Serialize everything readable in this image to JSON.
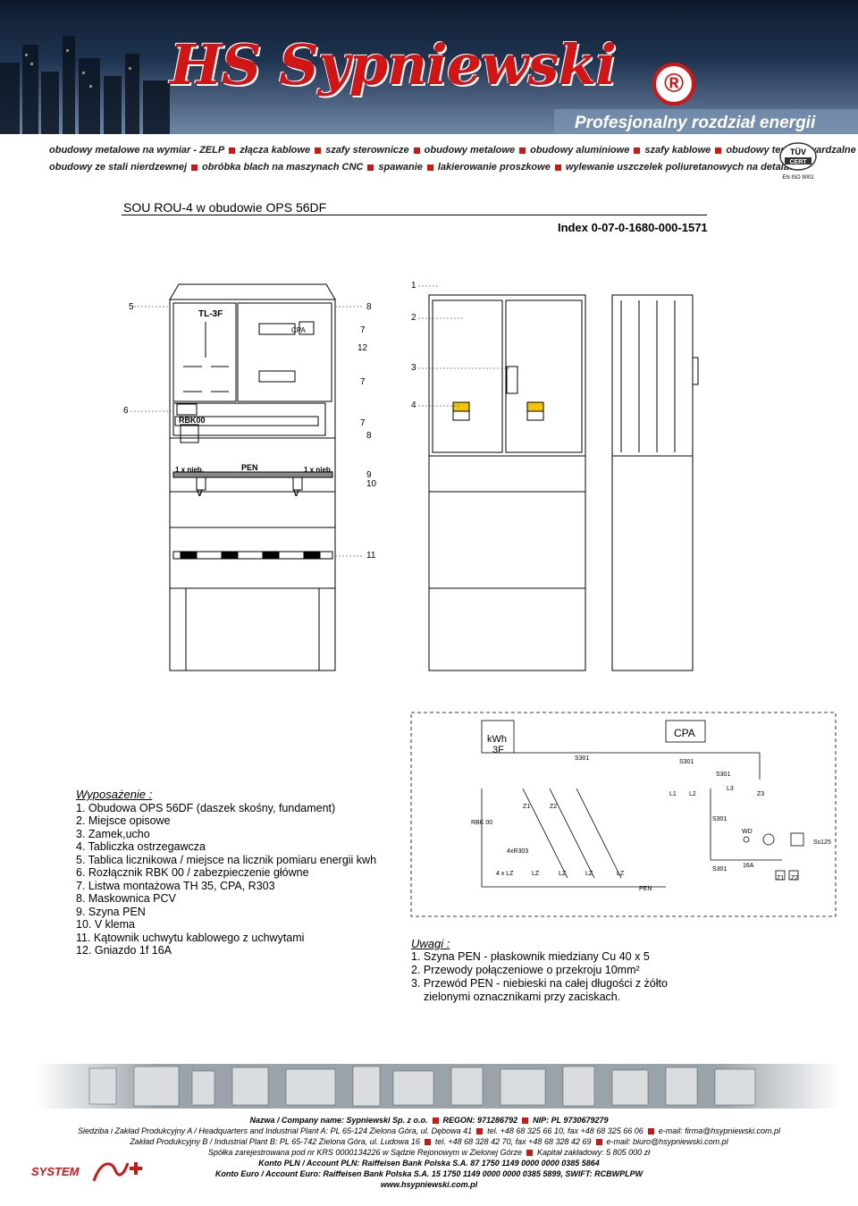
{
  "header": {
    "logo_text": "HS Sypniewski",
    "logo_reg": "®",
    "tagline": "Profesjonalny rozdział energii",
    "products_line1": [
      "obudowy metalowe na wymiar - ZELP",
      "złącza kablowe",
      "szafy sterownicze",
      "obudowy metalowe",
      "obudowy aluminiowe",
      "szafy kablowe",
      "obudowy termoutwardzalne"
    ],
    "products_line2": [
      "obudowy ze stali nierdzewnej",
      "obróbka blach na maszynach CNC",
      "spawanie",
      "lakierowanie proszkowe",
      "wylewanie uszczelek poliuretanowych na detalach"
    ],
    "cert_top": "TÜV",
    "cert_mid": "CERT",
    "cert_bottom": "EN ISO 9001"
  },
  "document": {
    "title": "SOU ROU-4 w obudowie OPS 56DF",
    "index": "Index 0-07-0-1680-000-1571"
  },
  "drawing": {
    "front_labels": {
      "tl3f": "TL-3F",
      "cpa": "CPA",
      "rbk": "RBK00",
      "pen": "PEN",
      "nieb_left": "1 x nieb.",
      "nieb_right": "1 x nieb.",
      "v_left": "V",
      "v_right": "V"
    },
    "callouts": [
      "1",
      "2",
      "3",
      "4",
      "5",
      "6",
      "7",
      "7",
      "7",
      "8",
      "8",
      "9",
      "10",
      "11",
      "12"
    ]
  },
  "schematic": {
    "kwh": "kWh",
    "kwh_3f": "3F",
    "cpa": "CPA",
    "labels": [
      "S301",
      "S301",
      "S301",
      "S301",
      "S301",
      "L1",
      "L2",
      "L3",
      "Z3",
      "Z1",
      "Z2",
      "RBK 00",
      "4xR303",
      "4 x LZ",
      "LZ",
      "LZ",
      "LZ",
      "LZ",
      "PEN",
      "WD",
      "16A",
      "Ss125",
      "Z1",
      "Z2"
    ]
  },
  "equipment": {
    "heading": "Wyposażenie :",
    "items": [
      "1. Obudowa OPS 56DF (daszek skośny, fundament)",
      "2. Miejsce opisowe",
      "3. Zamek,ucho",
      "4. Tabliczka ostrzegawcza",
      "5. Tablica licznikowa / miejsce na licznik pomiaru energii kwh",
      "6. Rozłącznik RBK 00 / zabezpieczenie główne",
      "7. Listwa montażowa TH 35, CPA, R303",
      "8. Maskownica PCV",
      "9. Szyna PEN",
      "10. V klema",
      "11. Kątownik uchwytu kablowego z uchwytami",
      "12. Gniazdo 1f 16A"
    ]
  },
  "notes": {
    "heading": "Uwagi :",
    "items": [
      "1. Szyna PEN - płaskownik miedziany Cu 40 x 5",
      "2. Przewody połączeniowe o przekroju 10mm²",
      "3. Przewód PEN - niebieski na całej długości z żółto",
      "zielonymi oznacznikami przy zaciskach."
    ]
  },
  "footer": {
    "company": "Nazwa / Company name: Sypniewski Sp. z o.o.",
    "regon": "REGON: 971286792",
    "nip": "NIP: PL 9730679279",
    "plant_a": "Siedziba i Zakład Produkcyjny A / Headquarters and Industrial Plant A: PL 65-124 Zielona Góra, ul. Dębowa 41",
    "plant_a_contact": "tel. +48 68 325 66 10, fax +48 68 325 66 06",
    "plant_a_mail": "e-mail: firma@hsypniewski.com.pl",
    "plant_b": "Zakład Produkcyjny B / Industrial Plant B: PL 65-742 Zielona Góra, ul. Ludowa 16",
    "plant_b_contact": "tel. +48 68 328 42 70, fax +48 68 328 42 69",
    "plant_b_mail": "e-mail: biuro@hsypniewski.com.pl",
    "krs": "Spółka zarejestrowana pod nr KRS 0000134226 w Sądzie Rejonowym w Zielonej Górze",
    "capital": "Kapitał zakładowy: 5 805 000 zł",
    "pln": "Konto PLN / Account PLN: Raiffeisen Bank Polska S.A. 87 1750 1149 0000 0000 0385 5864",
    "euro": "Konto Euro / Account Euro: Raiffeisen Bank Polska S.A. 15 1750 1149 0000 0000 0385 5899, SWIFT: RCBWPLPW",
    "www": "www.hsypniewski.com.pl",
    "system_logo": "SYSTEM"
  }
}
